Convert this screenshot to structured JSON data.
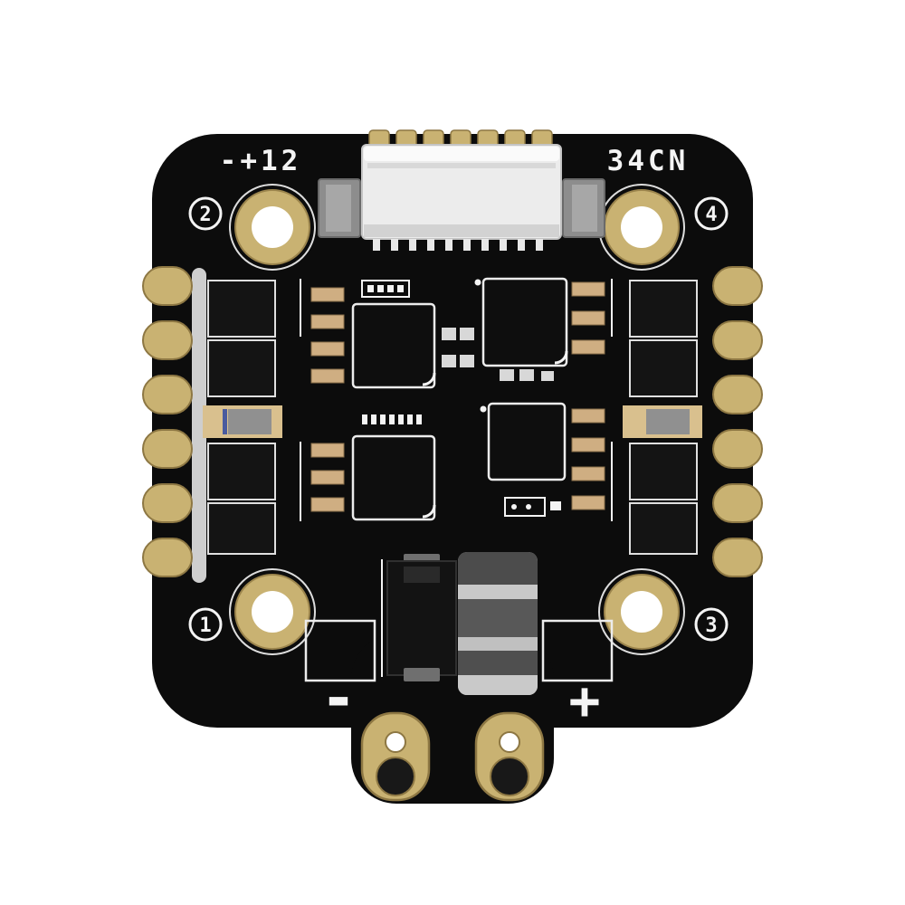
{
  "photo": {
    "subject": "drone 4-in-1 ESC circuit board, top-down product photo",
    "background": "#ffffff"
  },
  "silkscreen": {
    "label_top_left": "-+12",
    "label_top_right": "34CN",
    "battery_minus": "-",
    "battery_plus": "+",
    "mount_numbers": {
      "top_left": "2",
      "top_right": "4",
      "bottom_left": "1",
      "bottom_right": "3"
    }
  },
  "colors": {
    "board": "#0c0c0c",
    "gold": "#c9b272",
    "gold_dark": "#8d7743",
    "silkscreen": "#f4f4f4",
    "connector_body": "#ececec",
    "solder_tab": "#8d8d8d",
    "passive_tan": "#cfae82",
    "capacitor_silver": "#b3b3b3",
    "component_black": "#141414"
  }
}
